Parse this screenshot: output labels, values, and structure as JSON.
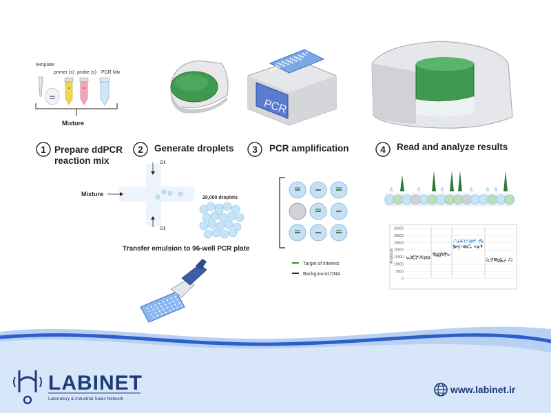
{
  "steps": [
    {
      "number": "1",
      "title_lines": [
        "Prepare ddPCR",
        "reaction mix"
      ]
    },
    {
      "number": "2",
      "title_lines": [
        "Generate droplets"
      ]
    },
    {
      "number": "3",
      "title_lines": [
        "PCR amplification"
      ]
    },
    {
      "number": "4",
      "title_lines": [
        "Read and analyze results"
      ]
    }
  ],
  "step1": {
    "tube_labels": [
      "template",
      "primer (s)",
      "probe (s)",
      "PCR Mix"
    ],
    "mixture_label": "Mixture"
  },
  "step2": {
    "oil_top": "Oil",
    "oil_bottom": "Oil",
    "mixture_label": "Mixture",
    "droplets_label": "20,000 droplets",
    "transfer_text": "Transfer emulsion to 96-well PCR plate"
  },
  "step3": {
    "machine_label": "PCR",
    "legend": [
      {
        "label": "Target of interest",
        "color": "#3a8a3a"
      },
      {
        "label": "Background DNA",
        "color": "#2a2a2a"
      }
    ]
  },
  "step4": {
    "y_label": "Amplitude",
    "y_ticks": [
      "35000",
      "30000",
      "25000",
      "20000",
      "15000",
      "10000",
      "5000",
      "0"
    ]
  },
  "footer": {
    "brand": "LABINET",
    "tagline": "Laboratory & Industrial Sales Network",
    "website": "www.labinet.ir"
  },
  "colors": {
    "machine_green": "#3f9a4f",
    "wave_blue": "#2c5fc8",
    "wave_light": "#b8d0f4",
    "brand_navy": "#1d3a7a"
  }
}
